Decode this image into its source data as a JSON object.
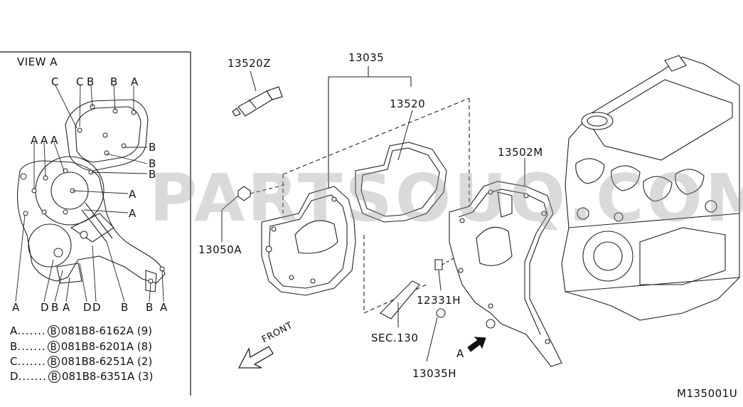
{
  "view_label": "VIEW A",
  "watermark": "PARTSOUQ.COM",
  "figure_id": "M135001U",
  "front_label": "FRONT",
  "arrow_a_label": "A",
  "part_labels": {
    "sealant": "13520Z",
    "gasket_kit": "13035",
    "gasket": "13520",
    "rear_cover": "13502M",
    "bolt": "13050A",
    "stud": "12331H",
    "section_ref": "SEC.130",
    "plug": "13035H"
  },
  "view_a_letters": {
    "top": [
      "C",
      "C",
      "B",
      "B",
      "A"
    ],
    "left": [
      "A",
      "A",
      "A"
    ],
    "right": [
      "B",
      "B",
      "B",
      "A",
      "A"
    ],
    "bottom": [
      "A",
      "D",
      "B",
      "A",
      "D",
      "D",
      "B",
      "B",
      "A"
    ]
  },
  "legend": [
    {
      "key": "A",
      "dots": ".......",
      "part": "081B8-6162A",
      "qty": "(9)"
    },
    {
      "key": "B",
      "dots": ".......",
      "part": "081B8-6201A",
      "qty": "(8)"
    },
    {
      "key": "C",
      "dots": ".......",
      "part": "081B8-6251A",
      "qty": "(2)"
    },
    {
      "key": "D",
      "dots": ".......",
      "part": "081B8-6351A",
      "qty": "(3)"
    }
  ],
  "legend_circle_letter": "B"
}
